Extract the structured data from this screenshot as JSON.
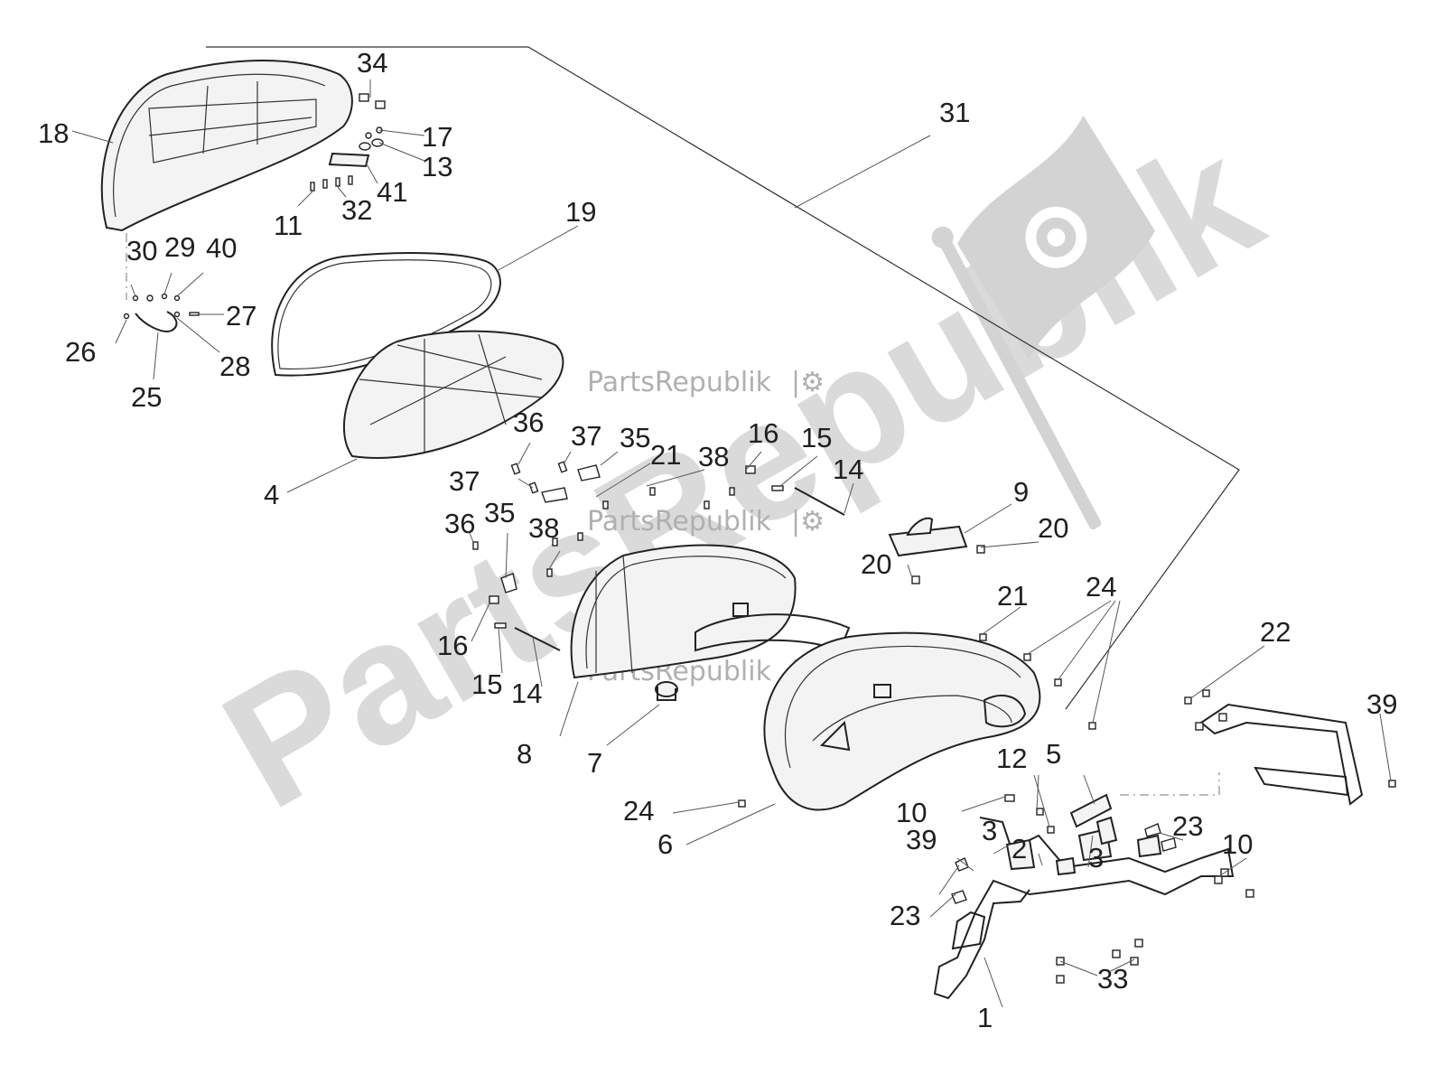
{
  "watermark": {
    "main": "PartsRepublik",
    "small": "PartsRepublik",
    "icon": "gear-flag-icon"
  },
  "callouts": [
    {
      "id": "1",
      "label": "1"
    },
    {
      "id": "2",
      "label": "2"
    },
    {
      "id": "3a",
      "label": "3"
    },
    {
      "id": "3b",
      "label": "3"
    },
    {
      "id": "4",
      "label": "4"
    },
    {
      "id": "5",
      "label": "5"
    },
    {
      "id": "6",
      "label": "6"
    },
    {
      "id": "7",
      "label": "7"
    },
    {
      "id": "8",
      "label": "8"
    },
    {
      "id": "9",
      "label": "9"
    },
    {
      "id": "10a",
      "label": "10"
    },
    {
      "id": "10b",
      "label": "10"
    },
    {
      "id": "11",
      "label": "11"
    },
    {
      "id": "12",
      "label": "12"
    },
    {
      "id": "13",
      "label": "13"
    },
    {
      "id": "14a",
      "label": "14"
    },
    {
      "id": "14b",
      "label": "14"
    },
    {
      "id": "15a",
      "label": "15"
    },
    {
      "id": "15b",
      "label": "15"
    },
    {
      "id": "16a",
      "label": "16"
    },
    {
      "id": "16b",
      "label": "16"
    },
    {
      "id": "17",
      "label": "17"
    },
    {
      "id": "18",
      "label": "18"
    },
    {
      "id": "19",
      "label": "19"
    },
    {
      "id": "20a",
      "label": "20"
    },
    {
      "id": "20b",
      "label": "20"
    },
    {
      "id": "21a",
      "label": "21"
    },
    {
      "id": "21b",
      "label": "21"
    },
    {
      "id": "22",
      "label": "22"
    },
    {
      "id": "23a",
      "label": "23"
    },
    {
      "id": "23b",
      "label": "23"
    },
    {
      "id": "24a",
      "label": "24"
    },
    {
      "id": "24b",
      "label": "24"
    },
    {
      "id": "25",
      "label": "25"
    },
    {
      "id": "26",
      "label": "26"
    },
    {
      "id": "27",
      "label": "27"
    },
    {
      "id": "28",
      "label": "28"
    },
    {
      "id": "29",
      "label": "29"
    },
    {
      "id": "30",
      "label": "30"
    },
    {
      "id": "31",
      "label": "31"
    },
    {
      "id": "32",
      "label": "32"
    },
    {
      "id": "33",
      "label": "33"
    },
    {
      "id": "34",
      "label": "34"
    },
    {
      "id": "35a",
      "label": "35"
    },
    {
      "id": "35b",
      "label": "35"
    },
    {
      "id": "36a",
      "label": "36"
    },
    {
      "id": "36b",
      "label": "36"
    },
    {
      "id": "37a",
      "label": "37"
    },
    {
      "id": "37b",
      "label": "37"
    },
    {
      "id": "38a",
      "label": "38"
    },
    {
      "id": "38b",
      "label": "38"
    },
    {
      "id": "39a",
      "label": "39"
    },
    {
      "id": "39b",
      "label": "39"
    },
    {
      "id": "40",
      "label": "40"
    },
    {
      "id": "41",
      "label": "41"
    }
  ]
}
